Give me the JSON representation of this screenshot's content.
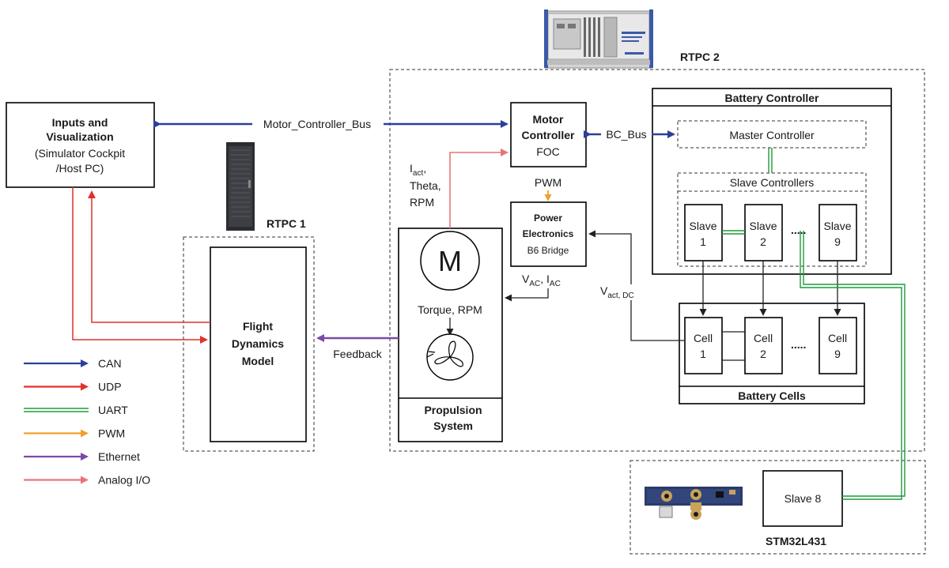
{
  "labels": {
    "rtpc1": "RTPC 1",
    "rtpc2": "RTPC 2",
    "inputs_line1": "Inputs and",
    "inputs_line2": "Visualization",
    "inputs_line3": "(Simulator Cockpit",
    "inputs_line4": "/Host PC)",
    "fdm_line1": "Flight",
    "fdm_line2": "Dynamics",
    "fdm_line3": "Model",
    "motor_bus": "Motor_Controller_Bus",
    "mc_line1": "Motor",
    "mc_line2": "Controller",
    "mc_line3": "FOC",
    "bc_bus": "BC_Bus",
    "pwm": "PWM",
    "pe_line1": "Power",
    "pe_line2": "Electronics",
    "pe_line3": "B6 Bridge",
    "iact_main": "I",
    "iact_sub": "act",
    "iact_comma": ",",
    "theta": "Theta,",
    "rpm": "RPM",
    "motor_symbol": "M",
    "torque_rpm": "Torque, RPM",
    "prop_line1": "Propulsion",
    "prop_line2": "System",
    "feedback": "Feedback",
    "vac_v": "V",
    "vac_sub": "AC",
    "vac_comma": ", I",
    "iac_sub": "AC",
    "vact_v": "V",
    "vact_sub": "act, DC",
    "battery_controller": "Battery Controller",
    "master_controller": "Master Controller",
    "slave_controllers": "Slave Controllers",
    "slave_word": "Slave",
    "slave1_num": "1",
    "slave2_num": "2",
    "slave9_num": "9",
    "cell_word": "Cell",
    "cell1_num": "1",
    "cell2_num": "2",
    "cell9_num": "9",
    "ellipsis": ".....",
    "battery_cells": "Battery Cells",
    "slave8": "Slave 8",
    "stm": "STM32L431"
  },
  "legend": [
    {
      "name": "CAN",
      "color": "#2b3f9c",
      "style": "solid"
    },
    {
      "name": "UDP",
      "color": "#e0302b",
      "style": "solid"
    },
    {
      "name": "UART",
      "color": "#1e9a3c",
      "style": "double"
    },
    {
      "name": "PWM",
      "color": "#f0a030",
      "style": "solid"
    },
    {
      "name": "Ethernet",
      "color": "#7a4aa8",
      "style": "solid"
    },
    {
      "name": "Analog I/O",
      "color": "#e8747a",
      "style": "solid"
    }
  ],
  "colors": {
    "can": "#2b3f9c",
    "udp": "#e0302b",
    "uart": "#1e9a3c",
    "pwm": "#f0a030",
    "ethernet": "#7a4aa8",
    "analog": "#e8747a"
  },
  "icons": {
    "rtpc2_device": "rack-server-icon",
    "rtpc1_device": "tower-cabinet-icon",
    "motor": "motor-icon",
    "propeller": "propeller-icon",
    "board": "pcb-board-icon"
  }
}
